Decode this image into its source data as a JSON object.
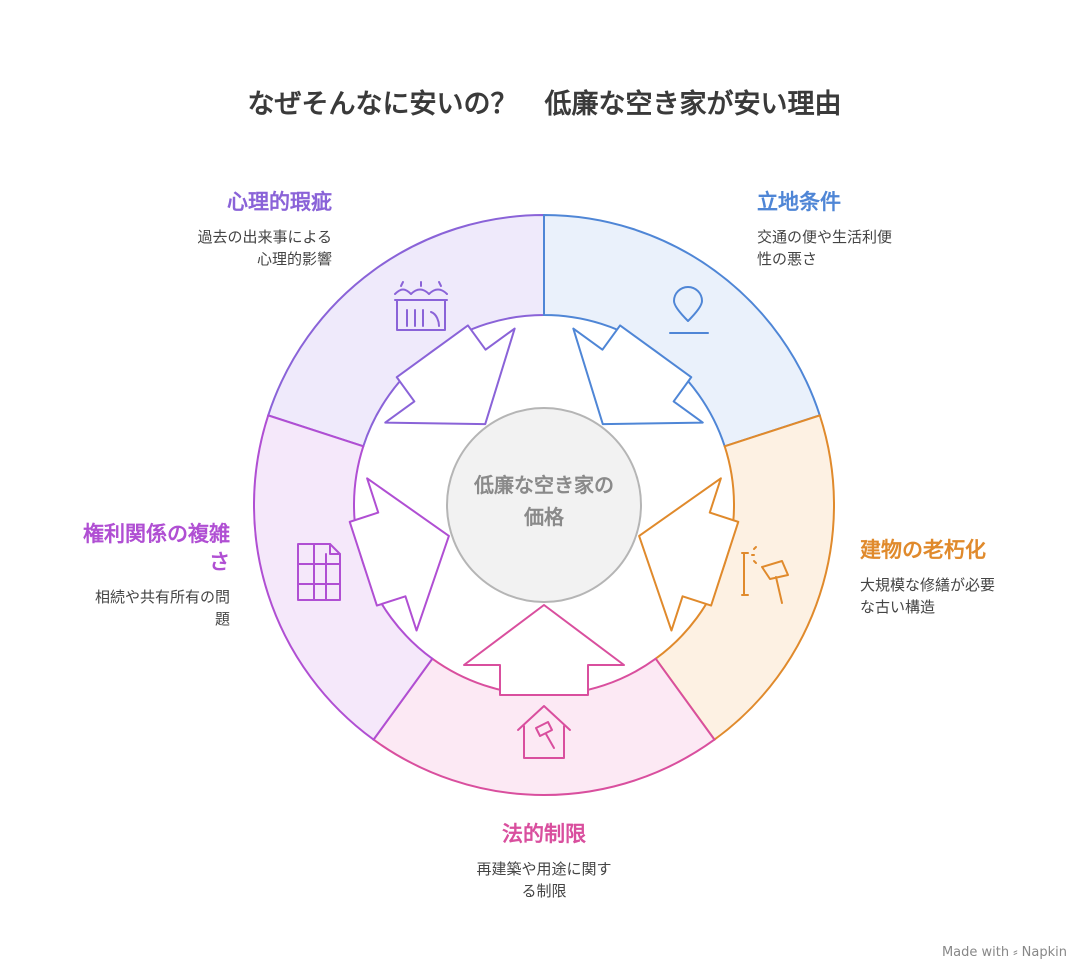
{
  "title": "なぜそんなに安いの？　低廉な空き家が安い理由",
  "center": {
    "line1": "低廉な空き家の",
    "line2": "価格"
  },
  "segments": [
    {
      "id": "location",
      "heading": "立地条件",
      "desc_lines": [
        "交通の便や生活利便",
        "性の悪さ"
      ],
      "color": "#4f86d6",
      "fill": "#eaf1fb",
      "icon": "map-pin-icon"
    },
    {
      "id": "aging",
      "heading": "建物の老朽化",
      "desc_lines": [
        "大規模な修繕が必要",
        "な古い構造"
      ],
      "color": "#e08a2c",
      "fill": "#fdf1e3",
      "icon": "hammer-icon"
    },
    {
      "id": "legal",
      "heading": "法的制限",
      "desc_lines": [
        "再建築や用途に関す",
        "る制限"
      ],
      "color": "#d94f9e",
      "fill": "#fce9f4",
      "icon": "house-gavel-icon"
    },
    {
      "id": "rights",
      "heading_lines": [
        "権利関係の複雑",
        "さ"
      ],
      "desc_lines": [
        "相続や共有所有の問",
        "題"
      ],
      "color": "#b04fd3",
      "fill": "#f5e8fa",
      "icon": "document-grid-icon"
    },
    {
      "id": "psych",
      "heading": "心理的瑕疵",
      "desc_lines": [
        "過去の出来事による",
        "心理的影響"
      ],
      "color": "#8a63d8",
      "fill": "#efeafb",
      "icon": "haunted-house-icon"
    }
  ],
  "footer": "Made with ⸗ Napkin"
}
